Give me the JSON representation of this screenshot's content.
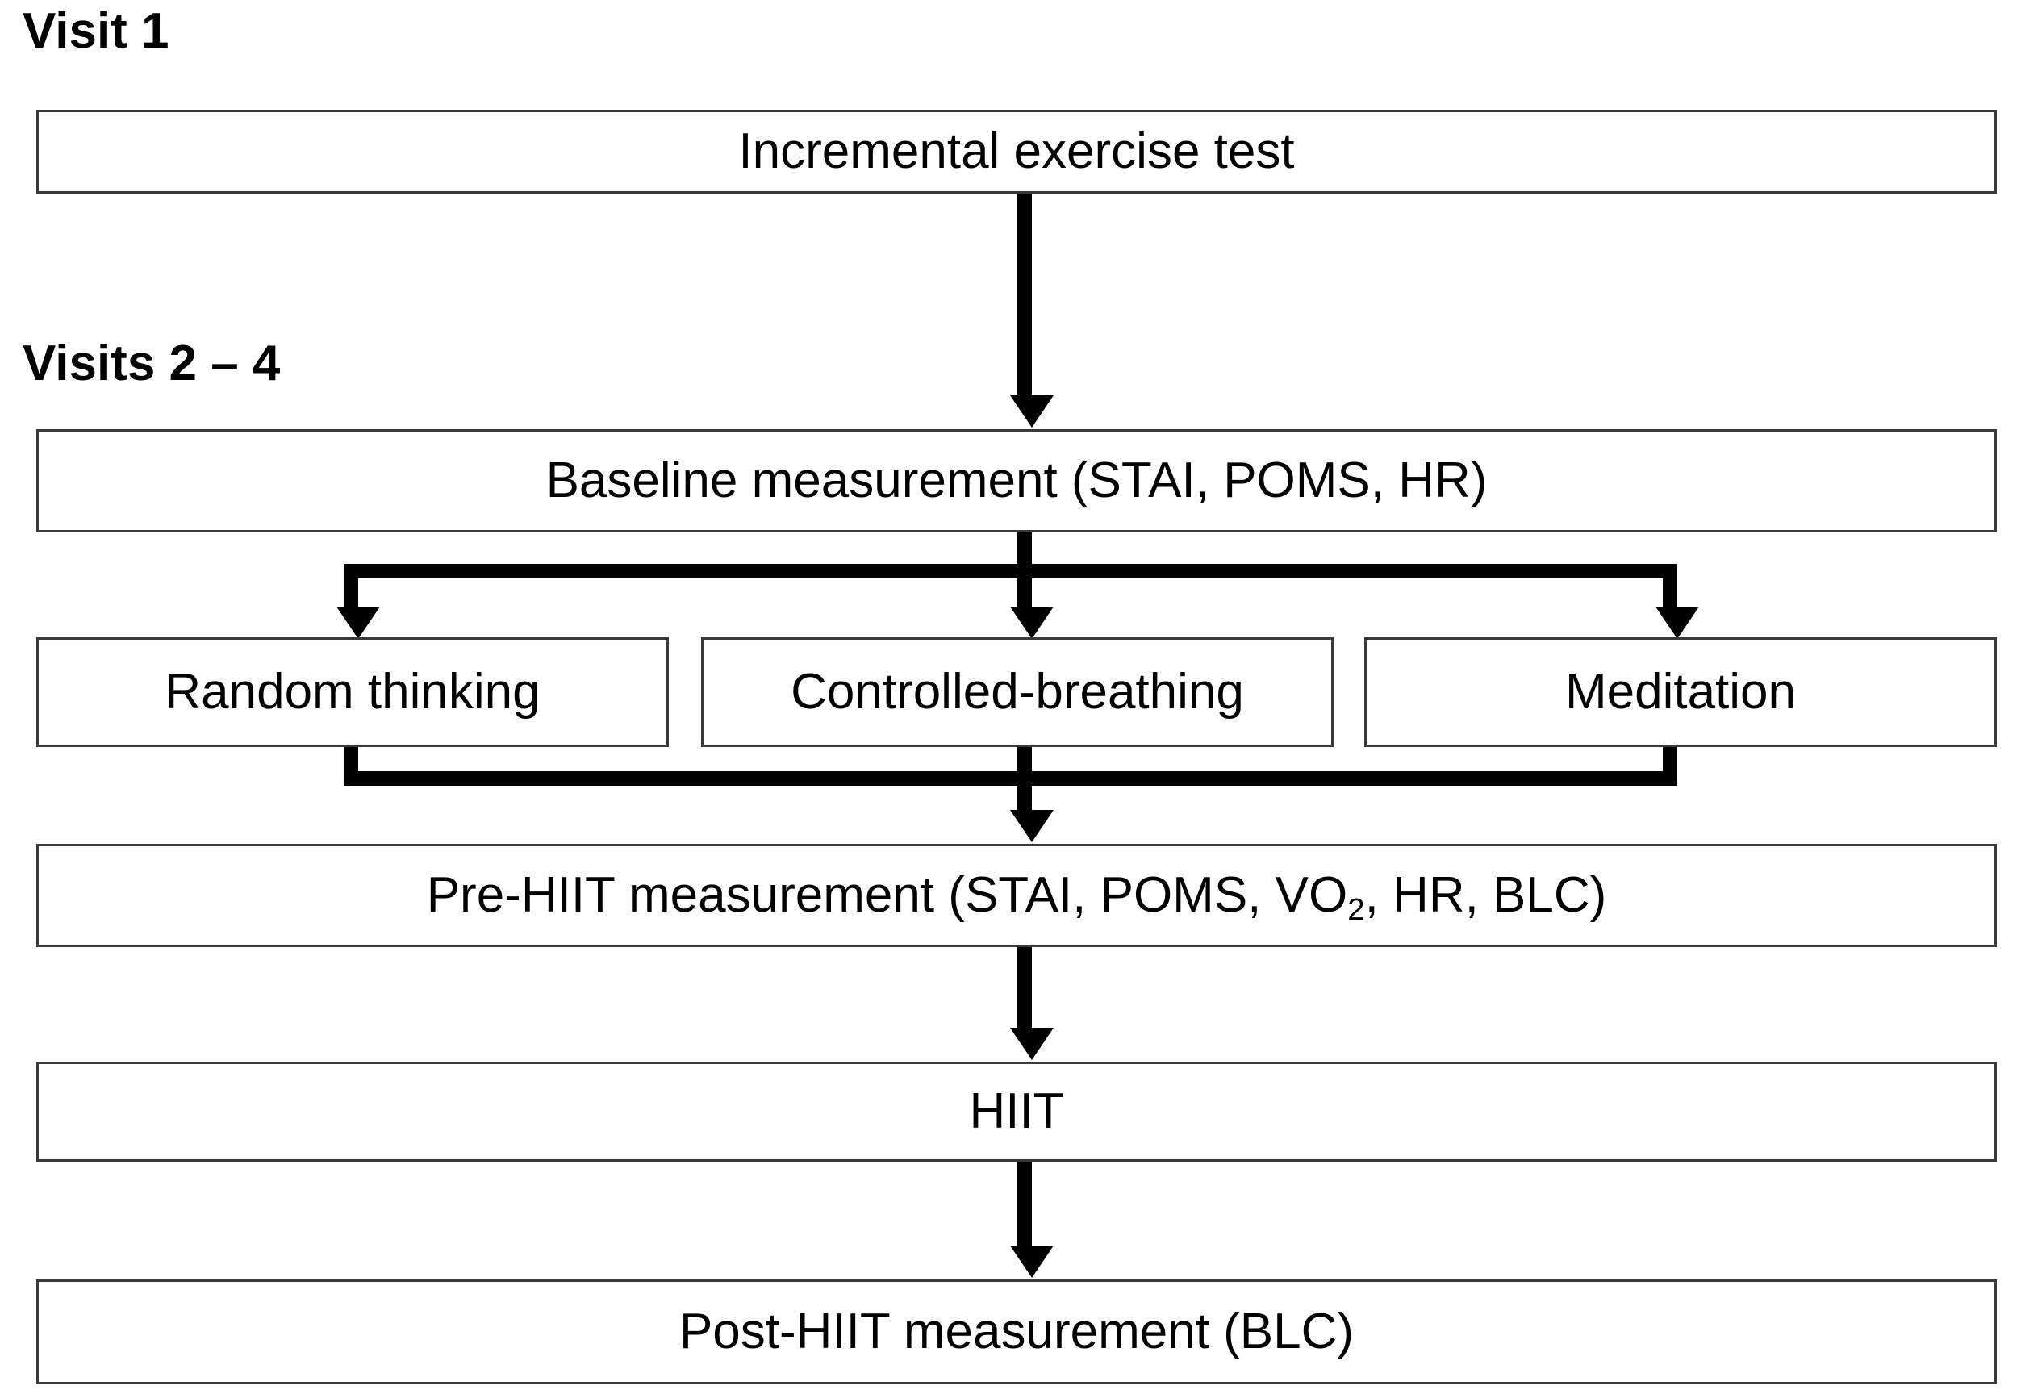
{
  "figure": {
    "type": "flowchart",
    "orientation": "top-to-bottom",
    "sections": [
      {
        "id": "visit1",
        "label": "Visit 1"
      },
      {
        "id": "visits24",
        "label": "Visits 2 – 4"
      }
    ],
    "nodes": {
      "incremental": {
        "label": "Incremental exercise test"
      },
      "baseline": {
        "label": "Baseline measurement (STAI, POMS, HR)"
      },
      "random": {
        "label": "Random thinking"
      },
      "breathing": {
        "label": "Controlled-breathing"
      },
      "meditation": {
        "label": "Meditation"
      },
      "prehiit": {
        "label_prefix": "Pre-HIIT measurement (STAI, POMS, VO",
        "label_sub": "2",
        "label_suffix": ", HR, BLC)"
      },
      "hiit": {
        "label": "HIIT"
      },
      "posthiit": {
        "label": "Post-HIIT measurement (BLC)"
      }
    },
    "colors": {
      "background": "#ffffff",
      "box_border": "#3a3a3a",
      "connector": "#000000",
      "text": "#000000"
    }
  }
}
